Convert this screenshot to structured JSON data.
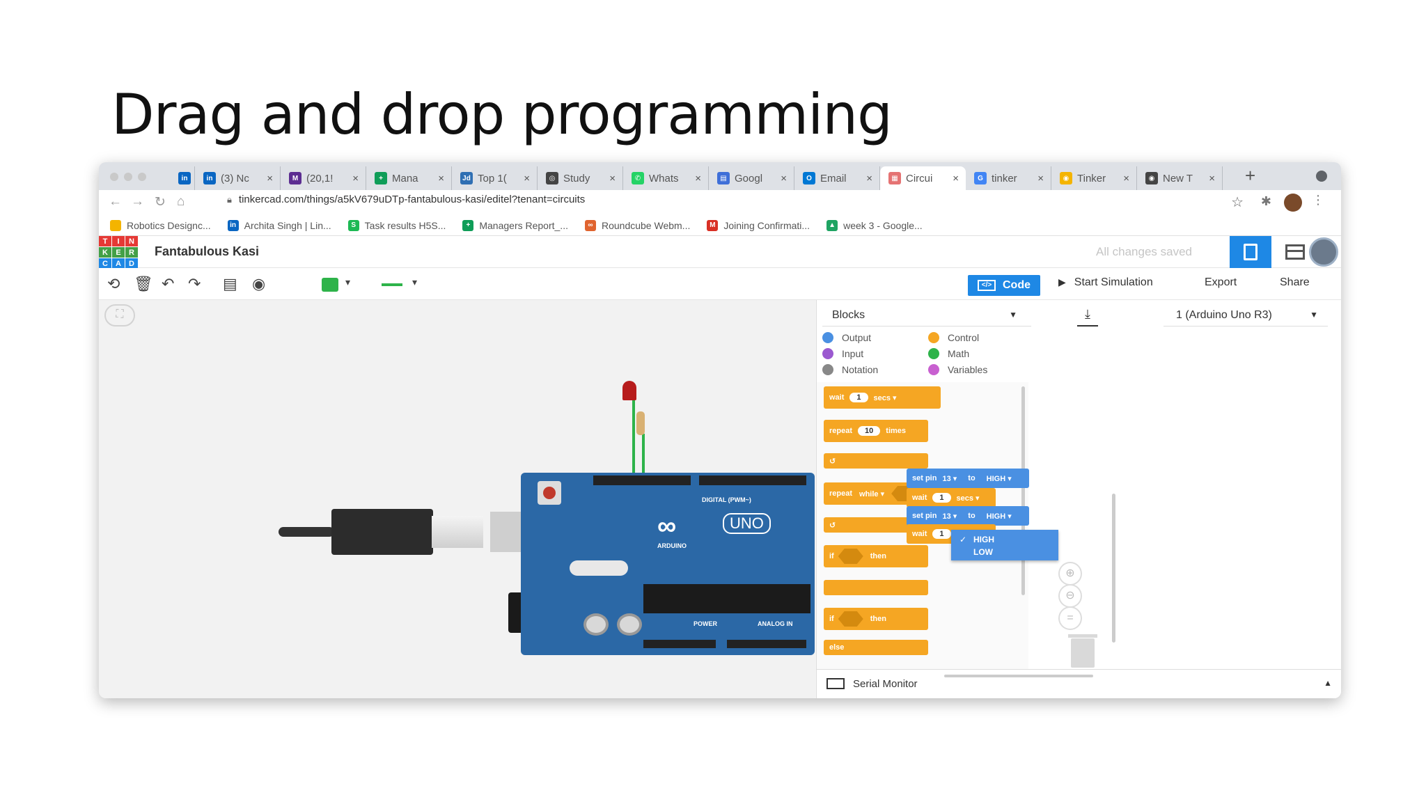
{
  "slide": {
    "title": "Drag and drop programming"
  },
  "browser": {
    "tabs": [
      {
        "label": "",
        "icon": "linkedin-icon",
        "color": "#0a66c2",
        "glyph": "in"
      },
      {
        "label": "(3) Nc",
        "icon": "linkedin-icon",
        "color": "#0a66c2",
        "glyph": "in"
      },
      {
        "label": "(20,1!",
        "icon": "mail-icon",
        "color": "#5c2d91",
        "glyph": "M"
      },
      {
        "label": "Mana",
        "icon": "sheets-icon",
        "color": "#0f9d58",
        "glyph": "+"
      },
      {
        "label": "Top 1(",
        "icon": "jd-icon",
        "color": "#2f6fb3",
        "glyph": "Jd"
      },
      {
        "label": "Study",
        "icon": "globe-icon",
        "color": "#444444",
        "glyph": "◎"
      },
      {
        "label": "Whats",
        "icon": "whatsapp-icon",
        "color": "#25d366",
        "glyph": "✆"
      },
      {
        "label": "Googl",
        "icon": "forms-icon",
        "color": "#3f6fd8",
        "glyph": "▤"
      },
      {
        "label": "Email",
        "icon": "outlook-icon",
        "color": "#0078d4",
        "glyph": "O"
      },
      {
        "label": "Circui",
        "icon": "tinkercad-icon",
        "color": "#e57373",
        "glyph": "▦"
      },
      {
        "label": "tinker",
        "icon": "google-icon",
        "color": "#4285f4",
        "glyph": "G"
      },
      {
        "label": "Tinker",
        "icon": "tinker-icon",
        "color": "#f4b400",
        "glyph": "◉"
      },
      {
        "label": "New T",
        "icon": "chrome-icon",
        "color": "#444444",
        "glyph": "◉"
      }
    ],
    "active_tab": 9,
    "url": "tinkercad.com/things/a5kV679uDTp-fantabulous-kasi/editel?tenant=circuits",
    "bookmarks": [
      {
        "label": "Robotics Designc...",
        "icon": "folder-icon",
        "color": "#f4b400",
        "glyph": ""
      },
      {
        "label": "Archita Singh | Lin...",
        "icon": "linkedin-icon",
        "color": "#0a66c2",
        "glyph": "in"
      },
      {
        "label": "Task results H5S...",
        "icon": "tasks-icon",
        "color": "#1db954",
        "glyph": "S"
      },
      {
        "label": "Managers Report_...",
        "icon": "sheets-icon",
        "color": "#0f9d58",
        "glyph": "+"
      },
      {
        "label": "Roundcube Webm...",
        "icon": "roundcube-icon",
        "color": "#e0642f",
        "glyph": "∞"
      },
      {
        "label": "Joining Confirmati...",
        "icon": "gmail-icon",
        "color": "#d93025",
        "glyph": "M"
      },
      {
        "label": "week 3 - Google...",
        "icon": "drive-icon",
        "color": "#1fa463",
        "glyph": "▲"
      }
    ]
  },
  "tinkercad": {
    "logo_letters": [
      "T",
      "I",
      "N",
      "K",
      "E",
      "R",
      "C",
      "A",
      "D"
    ],
    "logo_colors": [
      "#e53935",
      "#e53935",
      "#e53935",
      "#43a047",
      "#43a047",
      "#43a047",
      "#1e88e5",
      "#1e88e5",
      "#1e88e5"
    ],
    "project_name": "Fantabulous Kasi",
    "save_status": "All changes saved",
    "actions": {
      "code": "Code",
      "start_simulation": "Start Simulation",
      "export": "Export",
      "share": "Share"
    },
    "wire_color": "#2eb34a"
  },
  "code_panel": {
    "mode": "Blocks",
    "board": "1 (Arduino Uno R3)",
    "categories": [
      {
        "name": "Output",
        "color": "#4a90e2"
      },
      {
        "name": "Input",
        "color": "#9b59d0"
      },
      {
        "name": "Notation",
        "color": "#888888"
      },
      {
        "name": "Control",
        "color": "#f5a623"
      },
      {
        "name": "Math",
        "color": "#2eb34a"
      },
      {
        "name": "Variables",
        "color": "#c860d0"
      }
    ],
    "palette": {
      "wait": {
        "kw": "wait",
        "value": "1",
        "unit": "secs ▾"
      },
      "repeat_times": {
        "kw": "repeat",
        "value": "10",
        "unit": "times"
      },
      "repeat_while": {
        "kw": "repeat",
        "mode": "while ▾"
      },
      "if_then": {
        "kw": "if",
        "then": "then"
      },
      "if_else": {
        "kw": "if",
        "then": "then",
        "else": "else"
      }
    },
    "workspace": {
      "set_pin_1": {
        "kw": "set pin",
        "pin": "13 ▾",
        "to": "to",
        "state": "HIGH ▾"
      },
      "wait_1": {
        "kw": "wait",
        "value": "1",
        "unit": "secs ▾"
      },
      "set_pin_2": {
        "kw": "set pin",
        "pin": "13 ▾",
        "to": "to",
        "state": "HIGH ▾"
      },
      "wait_2": {
        "kw": "wait",
        "value": "1"
      },
      "dropdown_options": [
        "HIGH",
        "LOW"
      ],
      "dropdown_selected": "HIGH"
    },
    "serial_monitor": "Serial Monitor"
  },
  "board": {
    "digital_label": "DIGITAL (PWM~)",
    "brand": "ARDUINO",
    "model": "UNO",
    "power_label": "POWER",
    "analog_label": "ANALOG IN"
  }
}
